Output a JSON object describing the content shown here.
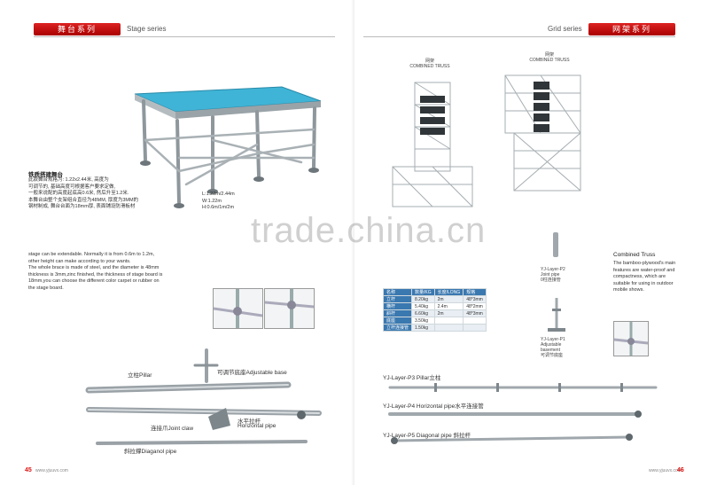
{
  "left_page": {
    "tab_label": "舞台系列",
    "tab_sub": "Stage series",
    "chinese_title": "铁质搭建舞台",
    "chinese_text": [
      "此款舞台规格为: 1.22x2.44米, 高度为",
      "可调节的, 基础高度可根据客户要求定做,",
      "一般来说配的高度起底高0.6米, 然后升至1.2米.",
      "本舞台由整个支架组合直径为48MM, 厚度为3MM的",
      "钢材制成, 舞台台面为18mm厚, 表面铺设防滑板材"
    ],
    "dimensions": [
      "L:1.22m/2.44m",
      "W:1.22m",
      "H:0.6m/1m/2m"
    ],
    "english_text": [
      "stage can be extendable. Normally it is from 0.6m to 1.2m,",
      "other height can make according to your wants.",
      "The whole brace is made of steel, and the diameter is 48mm",
      "thickness is 3mm,zinc finished, the thickness of stage board is",
      "18mm,you can choose  the different color carpet or rubber on",
      "the stage board."
    ],
    "parts": {
      "pillar": "立柱Pillar",
      "adjustable_base": "可调节底座Adjustable base",
      "joint_claw": "连接爪Joint claw",
      "horizontal_pipe_cn": "水平拉杆",
      "horizontal_pipe_en": "Horizontal pipe",
      "diagonal_pipe": "斜拉撑Diaganol pipe"
    },
    "page_number": "45",
    "url": "www.yjuuvx.com"
  },
  "right_page": {
    "tab_label": "网架系列",
    "tab_sub": "Grid series",
    "truss1_cn": "网架",
    "truss1_en": "COMBINED TRUSS",
    "truss2_cn": "网架",
    "truss2_en": "COMBINED TRUSS",
    "p2_lines": [
      "YJ-Layer-P2",
      "Joint pipe",
      "0柱连接管"
    ],
    "p1_lines": [
      "YJ-Layer-P1",
      "Adjustable",
      "basement",
      "可调节底座"
    ],
    "combined_title": "Combined Truss",
    "combined_text": [
      "The bamboo-plywood's main",
      "features are water-proof and",
      "compactness, which are",
      "suitable for using in outdoor",
      "mobile shows."
    ],
    "table": {
      "header": [
        "名称",
        "数量/KG",
        "长度/LONG",
        "规格"
      ],
      "rows": [
        [
          "立杆",
          "8.20kg",
          "2m",
          "48*3mm"
        ],
        [
          "横杆",
          "5.40kg",
          "2.4m",
          "48*2mm"
        ],
        [
          "斜杆",
          "6.60kg",
          "2m",
          "48*3mm"
        ],
        [
          "底座",
          "3.50kg",
          "",
          ""
        ],
        [
          "立杆连接管",
          "1.50kg",
          "",
          ""
        ]
      ]
    },
    "p3": "YJ-Layer-P3 Pillar立柱",
    "p4": "YJ-Layer-P4 Horizontal pipe水平连接管",
    "p5": "YJ-Layer-P5 Diagonal pipe 斜拉杆",
    "page_number": "46",
    "url": "www.yjuuvx.com"
  },
  "watermark": "trade.china.cn",
  "colors": {
    "accent_red": "#cc1111",
    "stage_top": "#3fb4d6",
    "table_blue": "#3a78b0"
  }
}
